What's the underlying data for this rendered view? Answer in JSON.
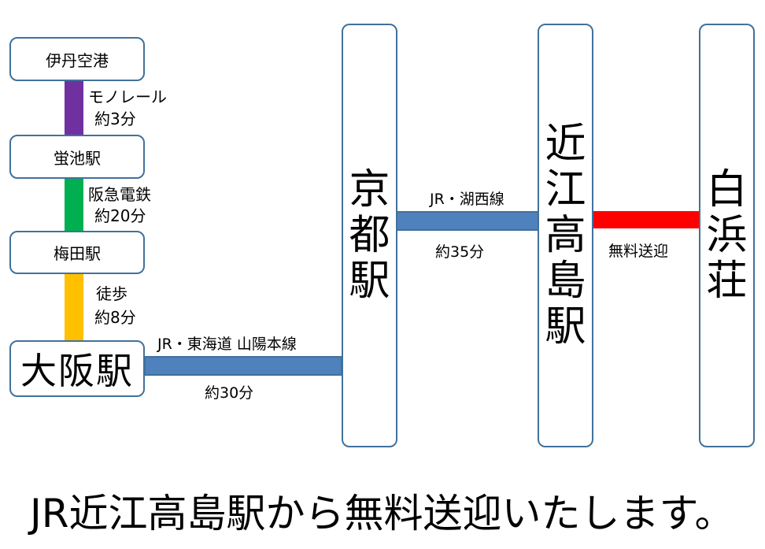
{
  "stations": {
    "itami": "伊丹空港",
    "hotarugaike": "蛍池駅",
    "umeda": "梅田駅",
    "osaka": "大阪駅",
    "kyoto": [
      "京",
      "都",
      "駅"
    ],
    "omitakashima": [
      "近",
      "江",
      "高",
      "島",
      "駅"
    ],
    "shirahamaso": [
      "白",
      "浜",
      "荘"
    ]
  },
  "links": {
    "monorail": {
      "line": "モノレール",
      "time": "約3分",
      "color": "#7030a0"
    },
    "hankyu": {
      "line": "阪急電鉄",
      "time": "約20分",
      "color": "#00b050"
    },
    "walk": {
      "line": "徒歩",
      "time": "約8分",
      "color": "#ffc000"
    },
    "tokaido": {
      "line": "JR・東海道 山陽本線",
      "time": "約30分",
      "color": "#4f81bd"
    },
    "kosei": {
      "line": "JR・湖西線",
      "time": "約35分",
      "color": "#4f81bd"
    },
    "shuttle": {
      "line": "無料送迎",
      "color": "#ff0000"
    }
  },
  "footer": "JR近江高島駅から無料送迎いたします。"
}
